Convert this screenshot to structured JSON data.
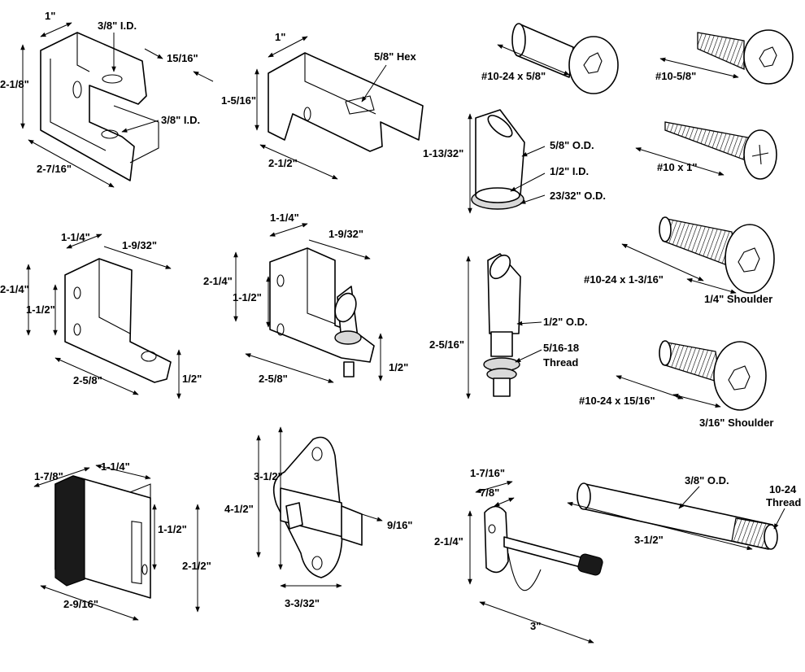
{
  "hardware_diagram": {
    "parts": [
      {
        "id": "bracket-3-8-id",
        "labels": [
          "1\"",
          "3/8\" I.D.",
          "15/16\"",
          "2-1/8\"",
          "3/8\" I.D.",
          "2-7/16\""
        ]
      },
      {
        "id": "bracket-hex",
        "labels": [
          "1\"",
          "5/8\" Hex",
          "1-5/16\"",
          "2-1/2\""
        ]
      },
      {
        "id": "screw-10-24-5-8",
        "labels": [
          "#10-24 x 5/8\""
        ]
      },
      {
        "id": "screw-10-5-8",
        "labels": [
          "#10-5/8\""
        ]
      },
      {
        "id": "pin-sleeve",
        "labels": [
          "1-13/32\"",
          "5/8\" O.D.",
          "1/2\" I.D.",
          "23/32\" O.D."
        ]
      },
      {
        "id": "screw-10x1",
        "labels": [
          "#10 x 1\""
        ]
      },
      {
        "id": "hinge-bracket-left",
        "labels": [
          "1-1/4\"",
          "1-9/32\"",
          "2-1/4\"",
          "1-1/2\"",
          "2-5/8\"",
          "1/2\""
        ]
      },
      {
        "id": "hinge-bracket-pin",
        "labels": [
          "1-1/4\"",
          "1-9/32\"",
          "2-1/4\"",
          "1-1/2\"",
          "2-5/8\"",
          "1/2\""
        ]
      },
      {
        "id": "threaded-pin",
        "labels": [
          "1/2\" O.D.",
          "2-5/16\"",
          "5/16-18",
          "Thread"
        ]
      },
      {
        "id": "shoulder-screw-1-4",
        "labels": [
          "#10-24 x 1-3/16\"",
          "1/4\" Shoulder"
        ]
      },
      {
        "id": "shoulder-screw-3-16",
        "labels": [
          "#10-24 x 15/16\"",
          "3/16\" Shoulder"
        ]
      },
      {
        "id": "keeper",
        "labels": [
          "1-7/8\"",
          "1-1/4\"",
          "1-1/2\"",
          "2-1/2\"",
          "2-9/16\""
        ]
      },
      {
        "id": "slide-latch",
        "labels": [
          "3-1/2\"",
          "4-1/2\"",
          "9/16\"",
          "3-3/32\""
        ]
      },
      {
        "id": "coat-hook",
        "labels": [
          "1-7/16\"",
          "7/8\"",
          "2-1/4\"",
          "3\""
        ]
      },
      {
        "id": "threaded-rod",
        "labels": [
          "3/8\" O.D.",
          "10-24",
          "Thread",
          "3-1/2\""
        ]
      }
    ]
  }
}
